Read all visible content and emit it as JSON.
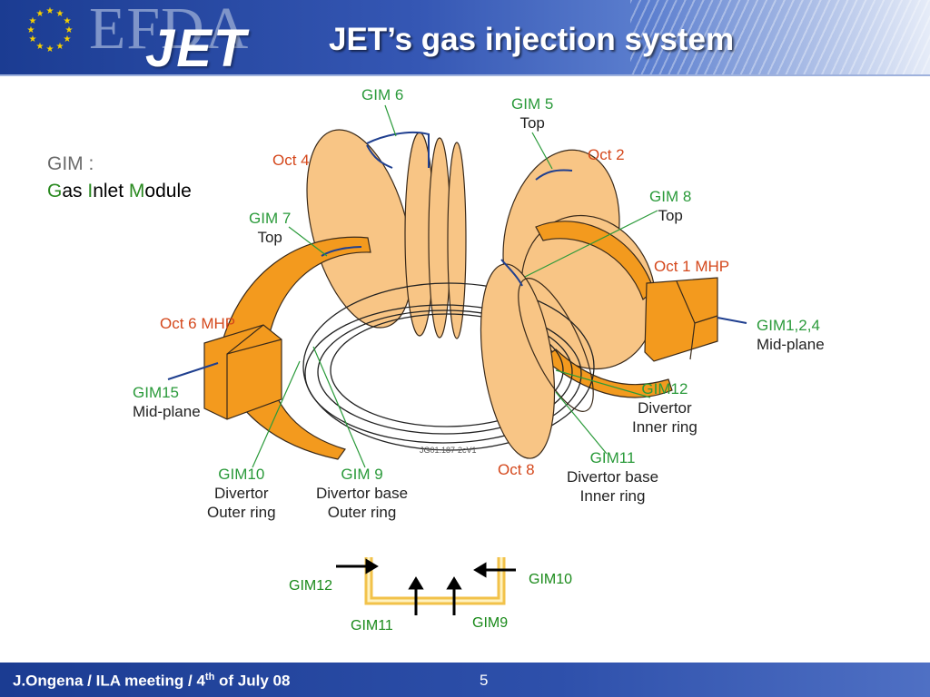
{
  "header": {
    "efda": "EFDA",
    "jet": "JET",
    "title": "JET’s gas injection system"
  },
  "definition": {
    "gim": "GIM :",
    "g": "G",
    "as": "as ",
    "i": "I",
    "nlet": "nlet ",
    "m": "M",
    "odule": "odule"
  },
  "labels": {
    "gim6": "GIM 6",
    "gim5": "GIM 5",
    "gim5_pos": "Top",
    "oct4": "Oct 4",
    "oct2": "Oct 2",
    "gim8": "GIM 8",
    "gim8_pos": "Top",
    "gim7": "GIM 7",
    "gim7_pos": "Top",
    "oct1": "Oct 1 MHP",
    "oct6": "Oct 6 MHP",
    "gim124": "GIM1,2,4",
    "gim124_pos": "Mid-plane",
    "gim15": "GIM15",
    "gim15_pos": "Mid-plane",
    "gim12": "GIM12",
    "gim12_l1": "Divertor",
    "gim12_l2": "Inner ring",
    "gim11": "GIM11",
    "gim11_l1": "Divertor base",
    "gim11_l2": "Inner ring",
    "oct8": "Oct 8",
    "gim10": "GIM10",
    "gim10_l1": "Divertor",
    "gim10_l2": "Outer ring",
    "gim9": "GIM 9",
    "gim9_l1": "Divertor base",
    "gim9_l2": "Outer ring",
    "credit": "JG01.187-2cV1"
  },
  "cross_section": {
    "gim12": "GIM12",
    "gim10": "GIM10",
    "gim11": "GIM11",
    "gim9": "GIM9"
  },
  "footer": {
    "author": "J.Ongena  / ILA meeting / 4",
    "sup": "th",
    "rest": " of July 08",
    "page": "5"
  },
  "colors": {
    "orange": "#f39a1e",
    "light_orange": "#f8c585",
    "label_green": "#2a9a3a",
    "label_red": "#d4471b",
    "pipe_blue": "#1f3f8f"
  }
}
